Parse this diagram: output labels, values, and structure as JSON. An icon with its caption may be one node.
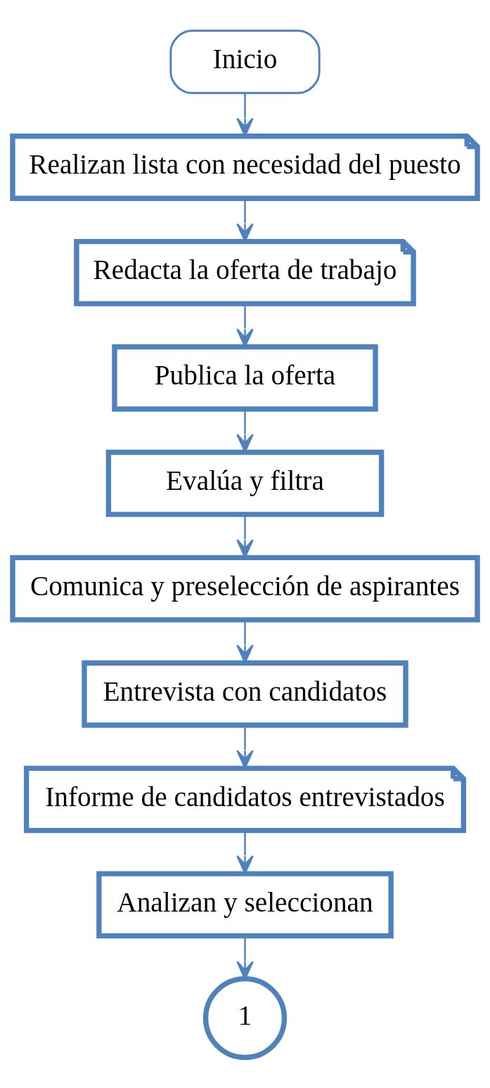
{
  "diagram": {
    "nodes": [
      {
        "text": [
          "Inicio"
        ]
      },
      {
        "text": [
          "Realizan lista con necesidad del puesto"
        ]
      },
      {
        "text": [
          "Redacta la oferta de trabajo"
        ]
      },
      {
        "text": [
          "Publica la oferta"
        ]
      },
      {
        "text": [
          "Evalúa y filtra"
        ]
      },
      {
        "text": [
          "Comunica y preselección de aspirantes"
        ]
      },
      {
        "text": [
          "Entrevista con candidatos"
        ]
      },
      {
        "text": [
          "Informe de candidatos entrevistados"
        ]
      },
      {
        "text": [
          "Analizan y seleccionan"
        ]
      },
      {
        "text": [
          "1"
        ]
      }
    ],
    "edges": [
      {
        "from": 0,
        "to": 1,
        "arrow": "to"
      },
      {
        "from": 1,
        "to": 2,
        "arrow": "to"
      },
      {
        "from": 2,
        "to": 3,
        "arrow": "to"
      },
      {
        "from": 3,
        "to": 4,
        "arrow": "to"
      },
      {
        "from": 4,
        "to": 5,
        "arrow": "to"
      },
      {
        "from": 5,
        "to": 6,
        "arrow": "to"
      },
      {
        "from": 6,
        "to": 7,
        "arrow": "to"
      },
      {
        "from": 7,
        "to": 8,
        "arrow": "to"
      },
      {
        "from": 8,
        "to": 9,
        "arrow": "to"
      }
    ]
  }
}
